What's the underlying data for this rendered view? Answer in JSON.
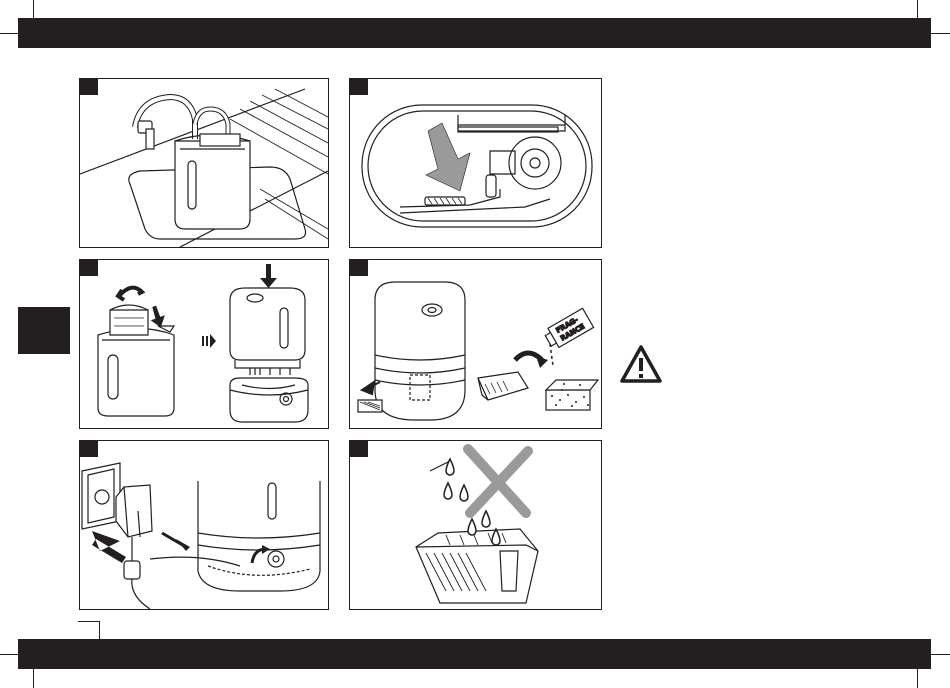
{
  "panels": [
    {
      "id": "1",
      "number": ""
    },
    {
      "id": "2",
      "number": ""
    },
    {
      "id": "3",
      "number": ""
    },
    {
      "id": "4",
      "number": "",
      "fragrance_label_line1": "FRAG-",
      "fragrance_label_line2": "RANCE"
    },
    {
      "id": "5",
      "number": ""
    },
    {
      "id": "6",
      "number": ""
    }
  ],
  "icons": [
    "warning-triangle-icon",
    "rotate-arrow-icon",
    "down-arrow-icon",
    "right-arrow-icon",
    "water-drop-icon",
    "cross-icon"
  ],
  "colors": {
    "ink": "#231f20",
    "arrow_gray": "#9a9a9a",
    "paper": "#ffffff"
  }
}
